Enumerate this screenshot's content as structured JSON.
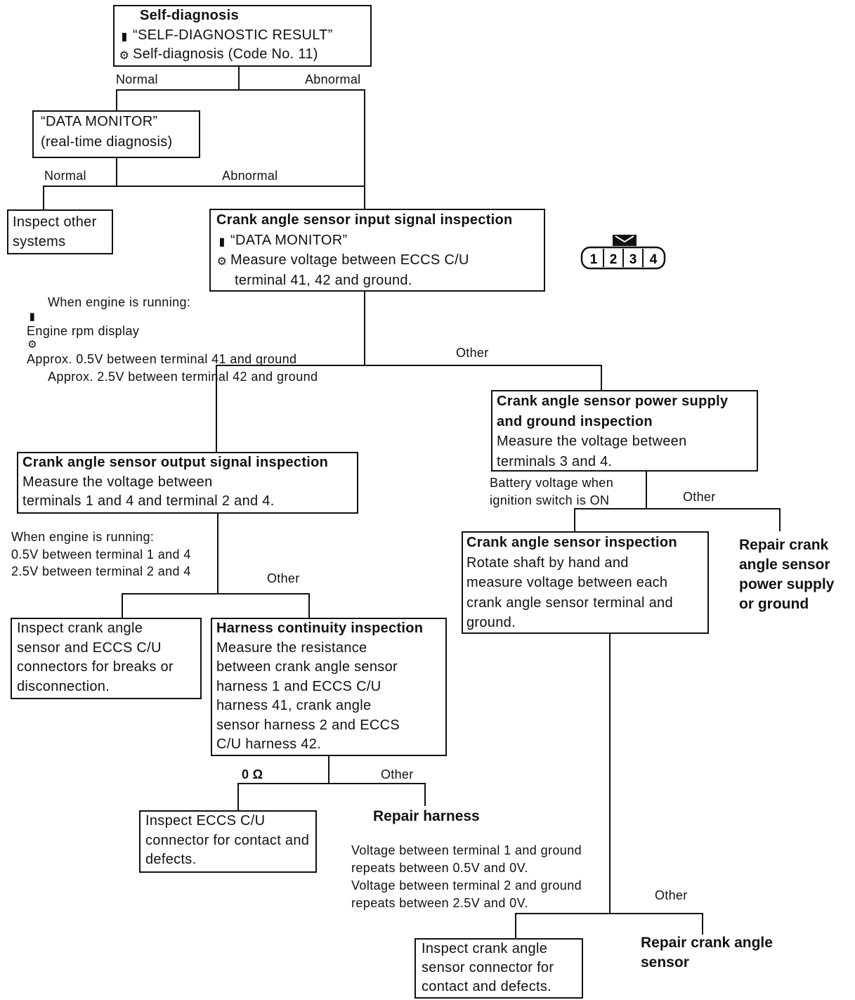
{
  "self_diagnosis": {
    "title": "Self-diagnosis",
    "consult_mode": "“SELF-DIAGNOSTIC RESULT”",
    "ecm_mode": "Self-diagnosis (Code No. 11)"
  },
  "branches": {
    "sd_normal": "Normal",
    "sd_abnormal": "Abnormal",
    "dm_normal": "Normal",
    "dm_abnormal": "Abnormal",
    "input_other": "Other",
    "power_other": "Other",
    "output_other": "Other",
    "harness_ok": "0 Ω",
    "harness_other": "Other",
    "sensor_other": "Other"
  },
  "data_monitor": {
    "line1": "“DATA MONITOR”",
    "line2": "(real-time diagnosis)"
  },
  "inspect_other": {
    "line1": "Inspect other",
    "line2": "systems"
  },
  "input_signal": {
    "title": "Crank angle sensor input signal inspection",
    "consult_mode": "“DATA MONITOR”",
    "line1": "Measure voltage between ECCS C/U",
    "line2": "terminal 41, 42 and ground."
  },
  "input_ok_note": {
    "line1": "When engine is running:",
    "line2": "Engine rpm display",
    "line3": "Approx. 0.5V between terminal 41 and ground",
    "line4": "Approx. 2.5V between terminal 42 and ground"
  },
  "connector": {
    "pins": [
      "1",
      "2",
      "3",
      "4"
    ]
  },
  "power_supply": {
    "title1": "Crank angle sensor power supply",
    "title2": "and ground inspection",
    "line1": "Measure the voltage between",
    "line2": "terminals 3 and 4."
  },
  "power_ok_note": {
    "line1": "Battery voltage when",
    "line2": "ignition switch is ON"
  },
  "output_signal": {
    "title": "Crank angle sensor output signal inspection",
    "line1": "Measure the voltage between",
    "line2": "terminals 1 and 4 and terminal 2 and 4."
  },
  "output_ok_note": {
    "line1": "When engine is running:",
    "line2": "0.5V between terminal 1 and 4",
    "line3": "2.5V between terminal 2 and 4"
  },
  "inspect_connectors": {
    "line1": "Inspect crank angle",
    "line2": "sensor and ECCS C/U",
    "line3": "connectors for breaks or",
    "line4": "disconnection."
  },
  "harness_continuity": {
    "title": "Harness continuity inspection",
    "line1": "Measure the resistance",
    "line2": "between crank angle sensor",
    "line3": "harness 1 and ECCS C/U",
    "line4": "harness 41, crank angle",
    "line5": "sensor harness 2 and ECCS",
    "line6": "C/U harness 42."
  },
  "sensor_inspection": {
    "title": "Crank angle sensor inspection",
    "line1": "Rotate shaft by hand and",
    "line2": "measure voltage between each",
    "line3": "crank angle sensor terminal and",
    "line4": "ground."
  },
  "repair_power": {
    "line1": "Repair crank",
    "line2": "angle sensor",
    "line3": "power supply",
    "line4": "or ground"
  },
  "inspect_eccs_connector": {
    "line1": "Inspect ECCS C/U",
    "line2": "connector for contact and",
    "line3": "defects."
  },
  "repair_harness": "Repair harness",
  "sensor_ok_note": {
    "line1": "Voltage between terminal 1 and ground",
    "line2": "repeats between 0.5V and 0V.",
    "line3": "Voltage between terminal 2 and ground",
    "line4": "repeats between 2.5V and 0V."
  },
  "inspect_sensor_connector": {
    "line1": "Inspect crank angle",
    "line2": "sensor connector for",
    "line3": "contact and defects."
  },
  "repair_sensor": {
    "line1": "Repair crank angle",
    "line2": "sensor"
  },
  "icons": {
    "consult": "consult-tester-icon",
    "ecm": "ecm-unit-icon"
  },
  "colors": {
    "ink": "#111111",
    "background": "#ffffff"
  }
}
